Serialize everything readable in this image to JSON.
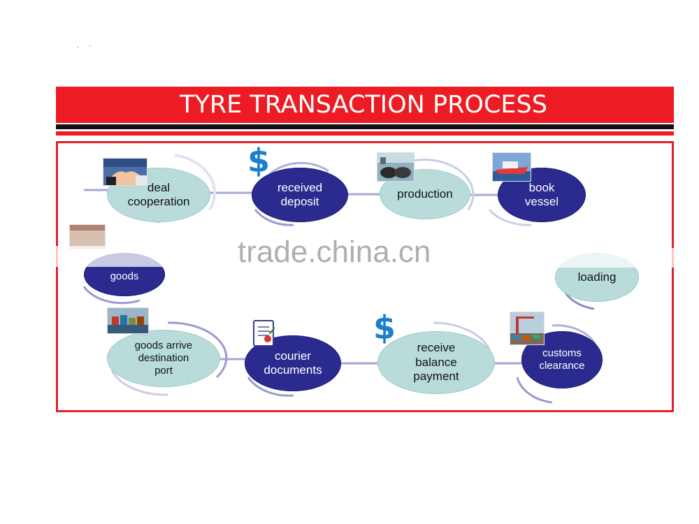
{
  "banner": {
    "title": "TYRE TRANSACTION PROCESS"
  },
  "watermark": "trade.china.cn",
  "steps": [
    {
      "label": "deal\ncooperation",
      "icon": "handshake-photo"
    },
    {
      "label": "received\ndeposit",
      "icon": "dollar-icon"
    },
    {
      "label": "production",
      "icon": "factory-photo"
    },
    {
      "label": "book\nvessel",
      "icon": "ship-photo"
    },
    {
      "label": "loading",
      "icon": "container-photo"
    },
    {
      "label": "customs\nclearance",
      "icon": "port-crane-photo"
    },
    {
      "label": "receive\nbalance\npayment",
      "icon": "dollar-icon"
    },
    {
      "label": "courier\ndocuments",
      "icon": "document-icon"
    },
    {
      "label": "goods arrive\ndestination\nport",
      "icon": "cargo-ship-photo"
    },
    {
      "label": "goods",
      "icon": "tyre-stack-photo"
    }
  ],
  "icons": {
    "dollar_symbol": "$"
  },
  "colors": {
    "banner_red": "#ed1c24",
    "dark_node": "#2b2b8f",
    "light_node": "#b9dcdb",
    "dollar_blue": "#1a7fd1",
    "connector": "#a7a7d6"
  }
}
